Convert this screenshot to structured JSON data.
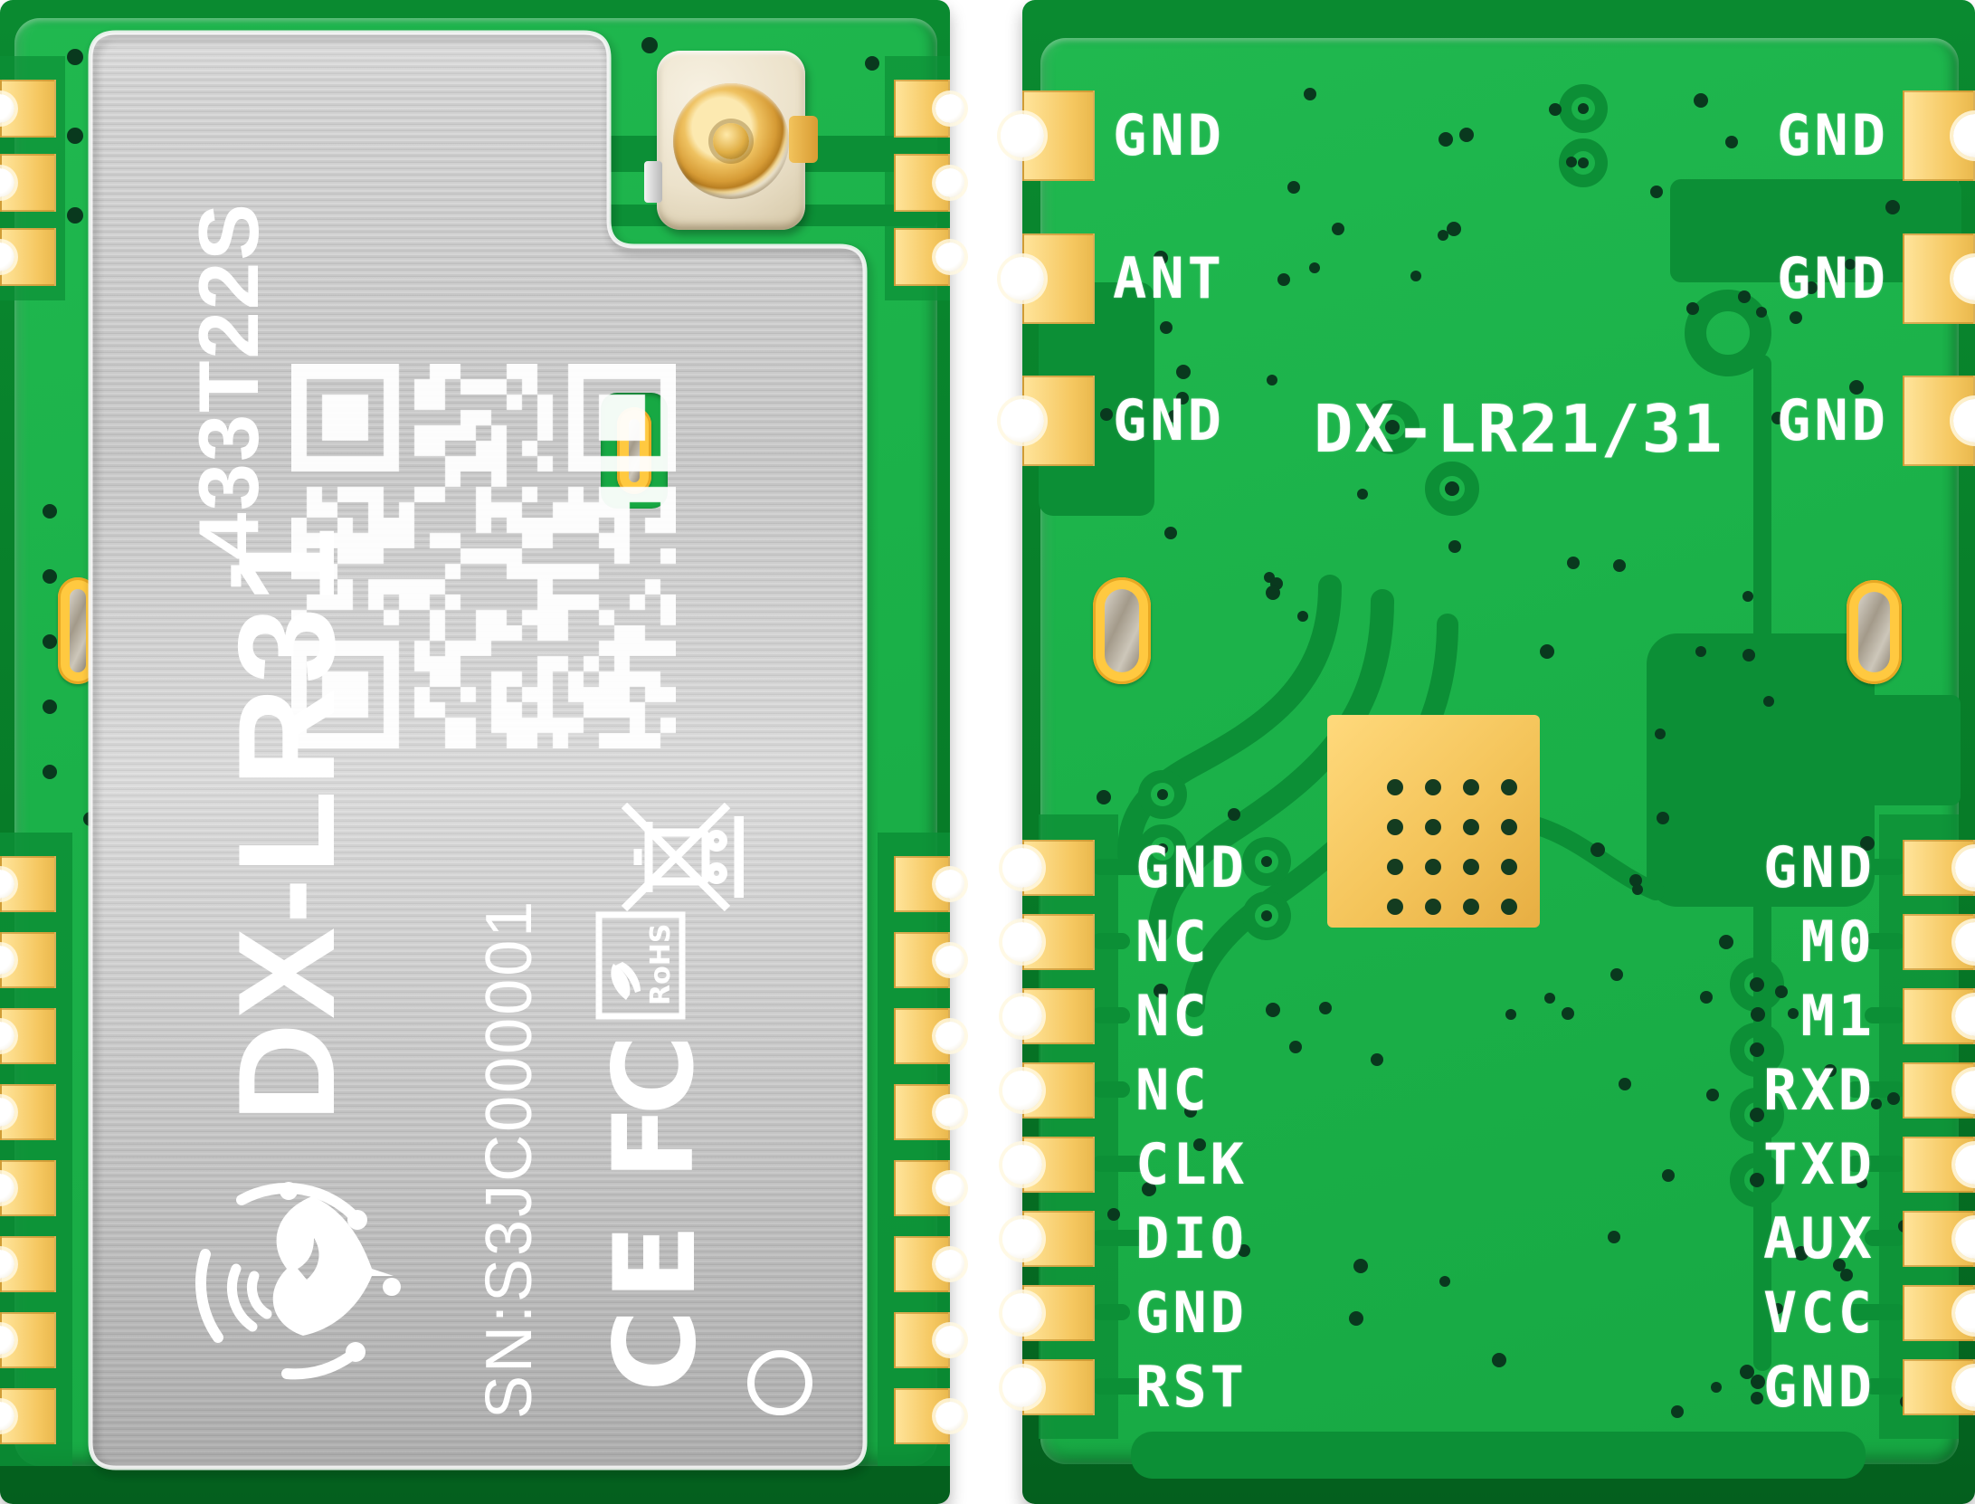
{
  "scene": {
    "description": "LoRa wireless module product render, front shield view and back PCB view",
    "front_module": {
      "model": "DX-LR31",
      "model_suffix": "-433T22S",
      "serial_number": "SN:S3JC000001",
      "certifications": {
        "rohs_label": "RoHS",
        "fcc_label": "FC",
        "ce_label": "CE"
      },
      "components": [
        "metal-shield",
        "qr-code",
        "brand-logo",
        "ipex-antenna-connector",
        "weee-mark",
        "mounting-slot"
      ]
    },
    "back_module": {
      "silkscreen_title": "DX-LR21/31",
      "top_left_pins": [
        "GND",
        "ANT",
        "GND"
      ],
      "top_right_pins": [
        "GND",
        "GND",
        "GND"
      ],
      "lower_left_pins": [
        "GND",
        "NC",
        "NC",
        "NC",
        "CLK",
        "DIO",
        "GND",
        "RST"
      ],
      "lower_right_pins": [
        "GND",
        "M0",
        "M1",
        "RXD",
        "TXD",
        "AUX",
        "VCC",
        "GND"
      ],
      "components": [
        "thermal-pad",
        "mounting-slot",
        "castellated-pads",
        "vias",
        "traces"
      ]
    },
    "colors": {
      "board_green": "#1bb149",
      "board_edge_green": "#077c28",
      "trace_green": "#0c8f36",
      "pad_gold": "#f5c760",
      "thermal_gold": "#f4c45a",
      "silk_white": "#ffffff",
      "shield_silver": "#cdcdcd",
      "via_dark": "#09391e"
    }
  }
}
